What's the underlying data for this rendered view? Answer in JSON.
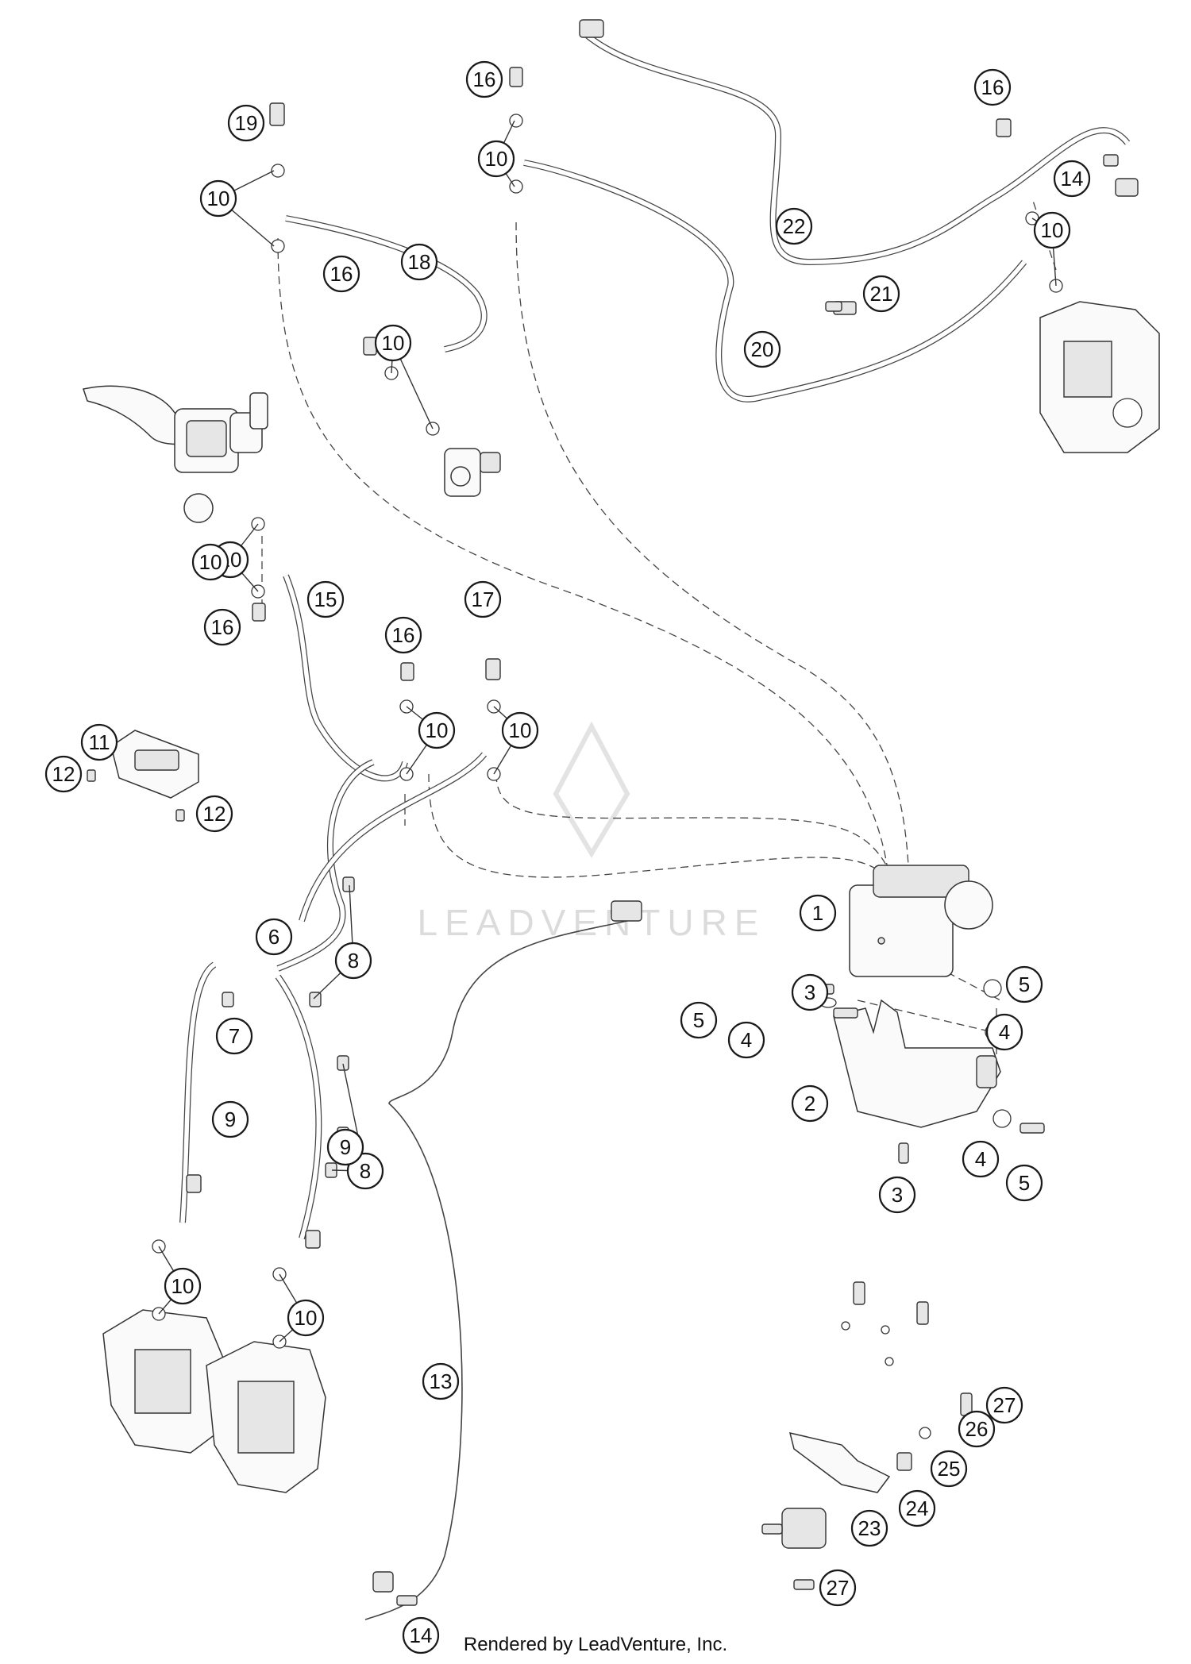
{
  "watermark": {
    "text": "LEADVENTURE"
  },
  "footer": {
    "text": "Rendered by LeadVenture, Inc."
  },
  "callouts": [
    {
      "n": "1"
    },
    {
      "n": "2"
    },
    {
      "n": "3"
    },
    {
      "n": "3"
    },
    {
      "n": "4"
    },
    {
      "n": "4"
    },
    {
      "n": "4"
    },
    {
      "n": "5"
    },
    {
      "n": "5"
    },
    {
      "n": "5"
    },
    {
      "n": "6"
    },
    {
      "n": "7"
    },
    {
      "n": "8"
    },
    {
      "n": "8"
    },
    {
      "n": "9"
    },
    {
      "n": "9"
    },
    {
      "n": "10"
    },
    {
      "n": "10"
    },
    {
      "n": "10"
    },
    {
      "n": "10"
    },
    {
      "n": "10"
    },
    {
      "n": "10"
    },
    {
      "n": "10"
    },
    {
      "n": "10"
    },
    {
      "n": "10"
    },
    {
      "n": "10"
    },
    {
      "n": "11"
    },
    {
      "n": "12"
    },
    {
      "n": "12"
    },
    {
      "n": "13"
    },
    {
      "n": "14"
    },
    {
      "n": "14"
    },
    {
      "n": "15"
    },
    {
      "n": "16"
    },
    {
      "n": "16"
    },
    {
      "n": "16"
    },
    {
      "n": "16"
    },
    {
      "n": "16"
    },
    {
      "n": "17"
    },
    {
      "n": "18"
    },
    {
      "n": "19"
    },
    {
      "n": "20"
    },
    {
      "n": "21"
    },
    {
      "n": "22"
    },
    {
      "n": "23"
    },
    {
      "n": "24"
    },
    {
      "n": "25"
    },
    {
      "n": "26"
    },
    {
      "n": "27"
    },
    {
      "n": "27"
    }
  ]
}
